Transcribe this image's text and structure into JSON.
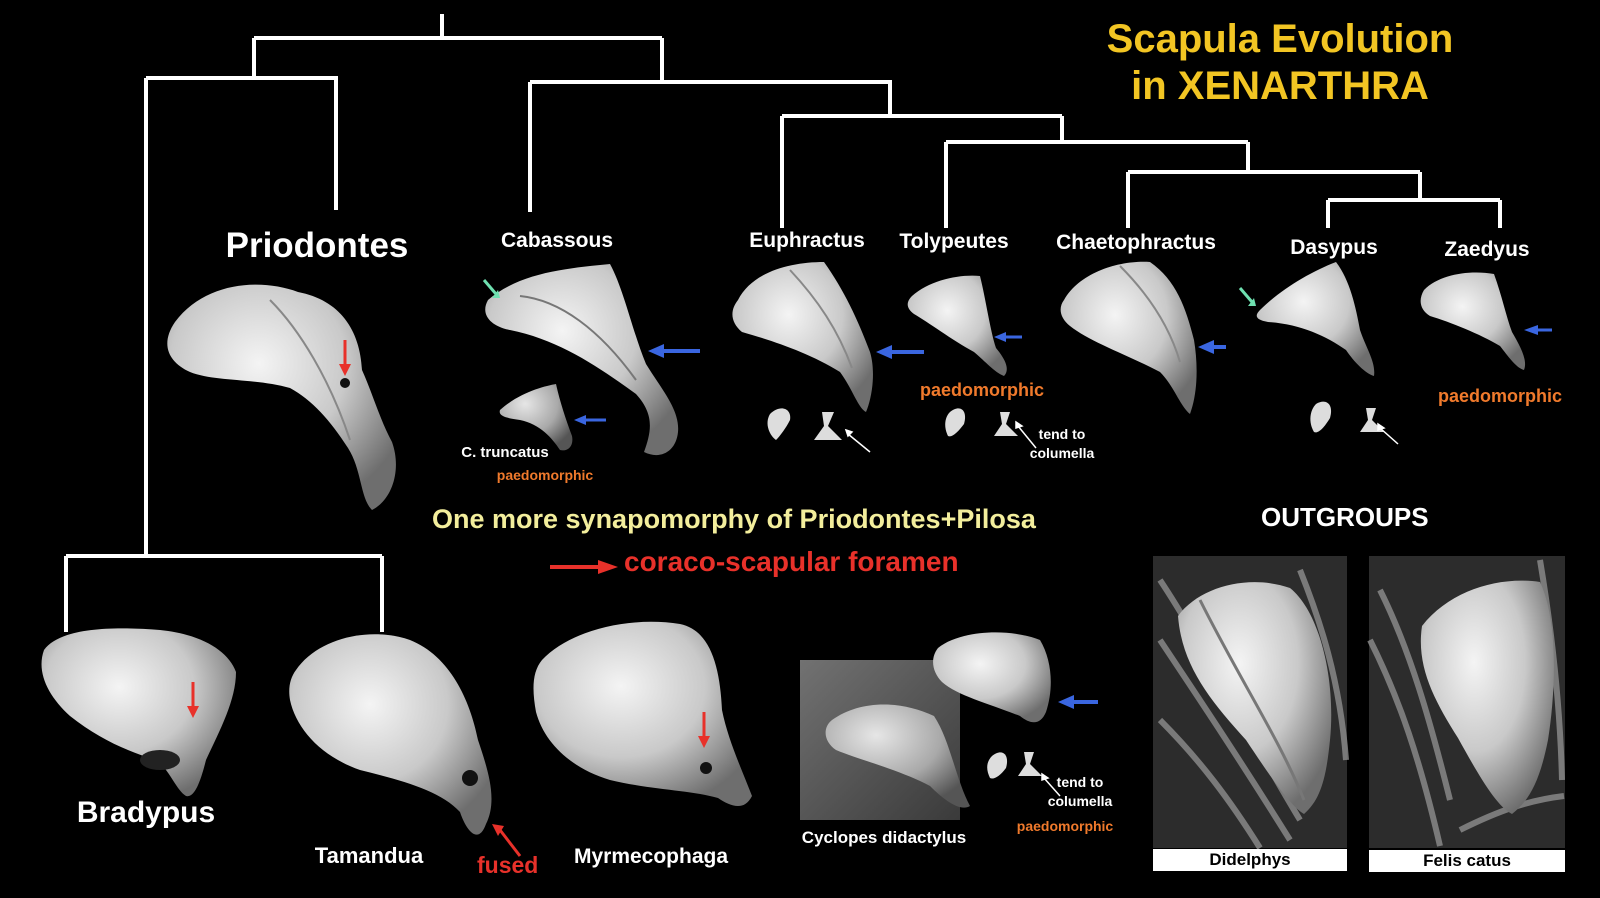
{
  "title": {
    "line1": "Scapula Evolution",
    "line2": "in  XENARTHRA"
  },
  "taxa": {
    "priodontes": "Priodontes",
    "cabassous": "Cabassous",
    "euphractus": "Euphractus",
    "tolypeutes": "Tolypeutes",
    "chaetophractus": "Chaetophractus",
    "dasypus": "Dasypus",
    "zaedyus": "Zaedyus",
    "bradypus": "Bradypus",
    "tamandua": "Tamandua",
    "myrmecophaga": "Myrmecophaga",
    "cyclopes": "Cyclopes didactylus",
    "c_truncatus": "C. truncatus",
    "didelphys": "Didelphys",
    "felis": "Felis catus"
  },
  "annotations": {
    "paedomorphic": "paedomorphic",
    "tend_to": "tend to",
    "columella": "columella",
    "fused": "fused"
  },
  "synapomorphy": {
    "text": "One more synapomorphy of Priodontes+Pilosa",
    "foramen": "coraco-scapular foramen"
  },
  "outgroups_label": "OUTGROUPS",
  "colors": {
    "background": "#000000",
    "title": "#f2c523",
    "paedomorphic": "#f07a2c",
    "red_arrow": "#e8312a",
    "blue_arrow": "#3a66e0",
    "green_arrow": "#6fe0b0",
    "synapomorphy_text": "#f3ee9c"
  }
}
